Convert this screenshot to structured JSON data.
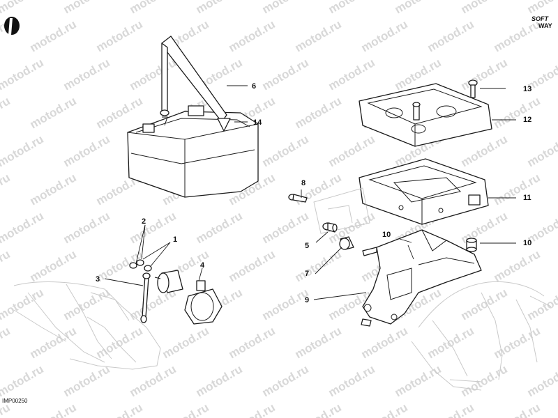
{
  "watermark": {
    "text": "motod.ru",
    "color": "#d8d8d8"
  },
  "diagram_code": "IMP00250",
  "brand": {
    "line1": "SOFT",
    "line2": "WAY"
  },
  "callouts": [
    {
      "id": "1",
      "label": "1"
    },
    {
      "id": "2",
      "label": "2"
    },
    {
      "id": "3",
      "label": "3"
    },
    {
      "id": "4",
      "label": "4"
    },
    {
      "id": "5",
      "label": "5"
    },
    {
      "id": "6",
      "label": "6"
    },
    {
      "id": "7",
      "label": "7"
    },
    {
      "id": "8",
      "label": "8"
    },
    {
      "id": "9",
      "label": "9"
    },
    {
      "id": "10a",
      "label": "10"
    },
    {
      "id": "10b",
      "label": "10"
    },
    {
      "id": "11",
      "label": "11"
    },
    {
      "id": "12",
      "label": "12"
    },
    {
      "id": "13",
      "label": "13"
    },
    {
      "id": "14",
      "label": "14"
    }
  ]
}
